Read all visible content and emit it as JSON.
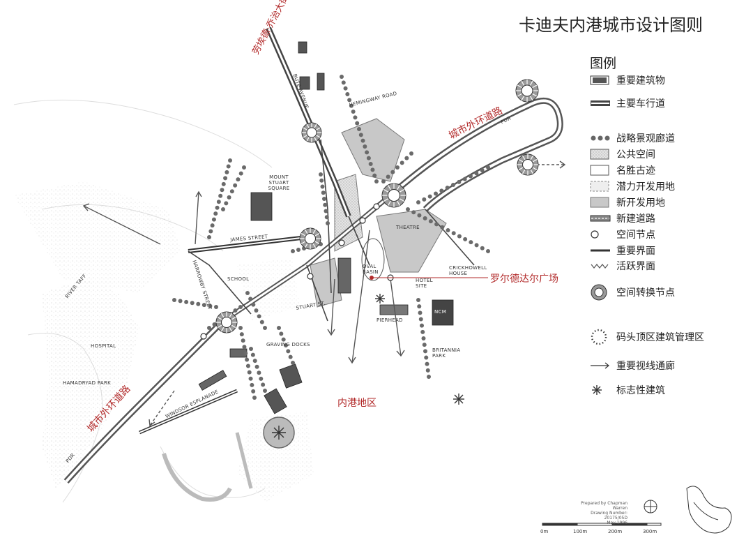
{
  "title": "卡迪夫内港城市设计图则",
  "legend": {
    "heading": "图例",
    "items": [
      {
        "label": "重要建筑物",
        "icon": "building-icon"
      },
      {
        "label": "主要车行道",
        "icon": "road-icon"
      },
      {
        "label": "战略景观廊道",
        "icon": "tree-corridor-icon"
      },
      {
        "label": "公共空间",
        "icon": "public-space-icon"
      },
      {
        "label": "名胜古迹",
        "icon": "heritage-icon"
      },
      {
        "label": "潜力开发用地",
        "icon": "potential-land-icon"
      },
      {
        "label": "新开发用地",
        "icon": "new-land-icon"
      },
      {
        "label": "新建道路",
        "icon": "new-road-icon"
      },
      {
        "label": "空间节点",
        "icon": "node-icon"
      },
      {
        "label": "重要界面",
        "icon": "interface-icon"
      },
      {
        "label": "活跃界面",
        "icon": "active-interface-icon"
      },
      {
        "label": "空间转换节点",
        "icon": "transition-node-icon"
      },
      {
        "label": "码头顶区建筑管理区",
        "icon": "dotted-circle-icon"
      },
      {
        "label": "重要视线通廊",
        "icon": "arrow-icon"
      },
      {
        "label": "标志性建筑",
        "icon": "landmark-icon"
      }
    ]
  },
  "red_labels": {
    "bute_street": "劳埃德·乔治大街",
    "outer_ring_top": "城市外环道路",
    "outer_ring_bottom": "城市外环道路",
    "plaza": "罗尔德达尔广场",
    "inner_harbour": "内港地区"
  },
  "map_labels": {
    "bute_avenue": "BUTE AVENUE",
    "hemingway": "HEMINGWAY ROAD",
    "pdr_top": "PDR",
    "mount_stuart": "MOUNT STUART SQUARE",
    "james_street": "JAMES STREET",
    "theatre": "THEATRE",
    "crickhowell": "CRICKHOWELL HOUSE",
    "oval_basin": "OVAL BASIN",
    "hotel_site": "HOTEL SITE",
    "school": "SCHOOL",
    "harrowby": "HARROWBY STREET",
    "river_taff": "RIVER TAFF",
    "stuart_st": "STUART ST.",
    "pierhead": "PIERHEAD",
    "ncm": "NCM",
    "britannia": "BRITANNIA PARK",
    "hospital": "HOSPITAL",
    "graving_docks": "GRAVING DOCKS",
    "hamadryad": "HAMADRYAD PARK",
    "windsor": "WINDSOR ESPLANADE",
    "pdr_bottom": "PDR"
  },
  "credit": {
    "line1": "Prepared by Chapman Warren",
    "line2": "Drawing Number: 20175/05D",
    "line3": "May 1996"
  },
  "scale": [
    "0m",
    "100m",
    "200m",
    "300m"
  ]
}
